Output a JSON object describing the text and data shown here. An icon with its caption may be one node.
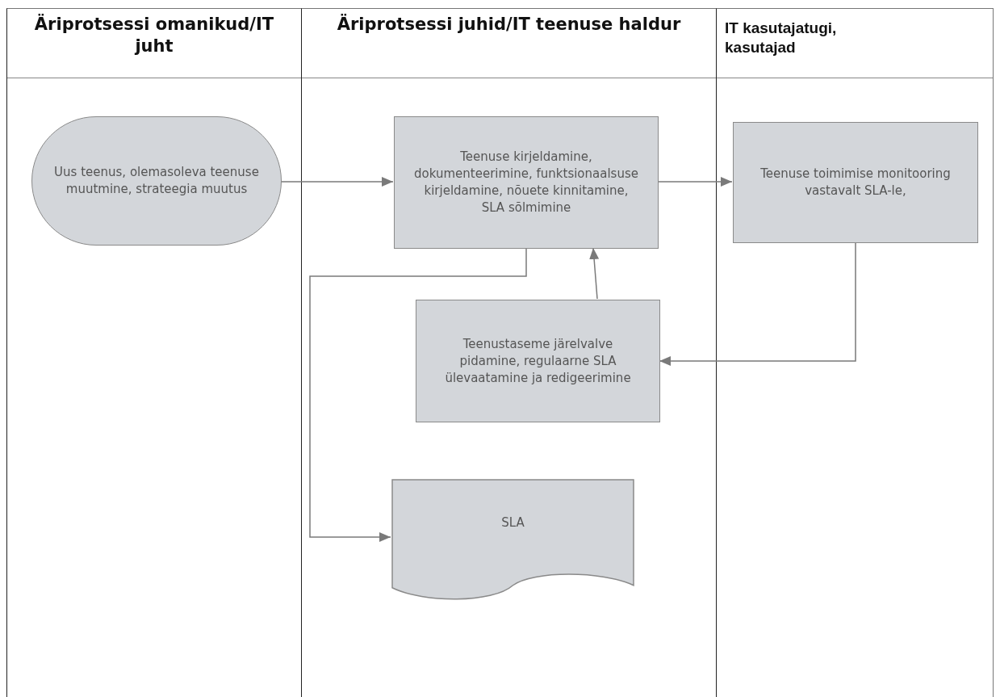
{
  "diagram": {
    "nodes": [
      {
        "text": [
          "Äriprotsessi omanikud/IT juht"
        ]
      },
      {
        "text": [
          "Uus teenus, olemasoleva teenuse muutmine, strateegia muutus"
        ],
        "in": 0
      },
      {
        "text": [
          "Äriprotsessi juhid/IT teenuse haldur"
        ]
      },
      {
        "text": [
          "Teenuse kirjeldamine, dokumenteerimine, funktsionaalsuse kirjeldamine, nõuete kinnitamine, SLA sõlmimine"
        ],
        "in": 2
      },
      {
        "text": [
          "Teenustaseme järelvalve pidamine, regulaarne SLA ülevaatamine ja redigeerimine"
        ],
        "in": 2
      },
      {
        "text": [
          "SLA"
        ],
        "in": 2
      },
      {
        "text": [
          "IT kasutajatugi, kasutajad"
        ]
      },
      {
        "text": [
          "Teenuse toimimise monitooring vastavalt SLA-le,"
        ],
        "in": 6
      }
    ],
    "edges": [
      {
        "from": 1,
        "to": 3,
        "arrow": "to"
      },
      {
        "from": 3,
        "to": 7,
        "arrow": "to"
      },
      {
        "from": 7,
        "to": 4,
        "arrow": "to"
      },
      {
        "from": 4,
        "to": 3,
        "arrow": "to"
      },
      {
        "from": 3,
        "to": 5,
        "arrow": "to"
      }
    ]
  }
}
